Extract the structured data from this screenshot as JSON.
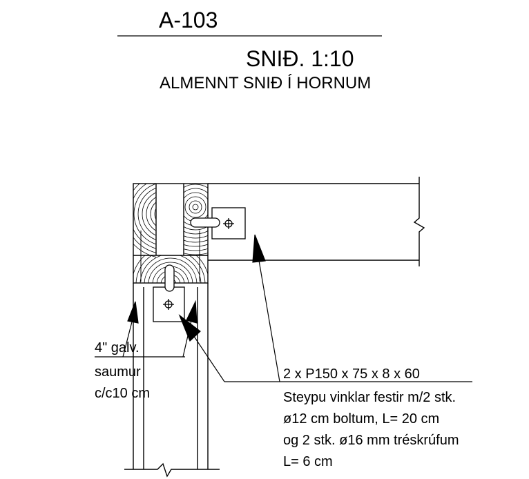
{
  "header": {
    "sheet_number": "A-103",
    "section_title": "SNIÐ. 1:10",
    "section_subtitle": "ALMENNT SNIÐ Í HORNUM"
  },
  "labels": {
    "nail_line1": "4\" galv.",
    "nail_line2": "saumur",
    "nail_line3": "c/c10 cm",
    "bracket_line1": "2 x P150 x 75 x 8 x 60",
    "bracket_line2": "Steypu vinklar festir m/2 stk.",
    "bracket_line3": "ø12 cm boltum, L= 20 cm",
    "bracket_line4": "og 2 stk. ø16 mm tréskrúfum",
    "bracket_line5": "L= 6 cm"
  },
  "colors": {
    "ink": "#000000",
    "paper": "#ffffff"
  }
}
